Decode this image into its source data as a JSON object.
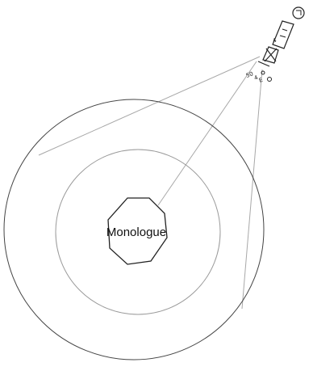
{
  "diagram": {
    "center_label": "Monologue",
    "camera_marks": [
      "50",
      "4",
      "E",
      "4"
    ],
    "colors": {
      "outer_circle": "#444444",
      "inner_circle": "#9a9a9a",
      "rays": "#a8a8a8",
      "octagon": "#222222",
      "figure": "#222222"
    },
    "icons": {
      "camera": "camera-icon",
      "lens": "lens-icon",
      "mount": "tripod-icon"
    }
  }
}
